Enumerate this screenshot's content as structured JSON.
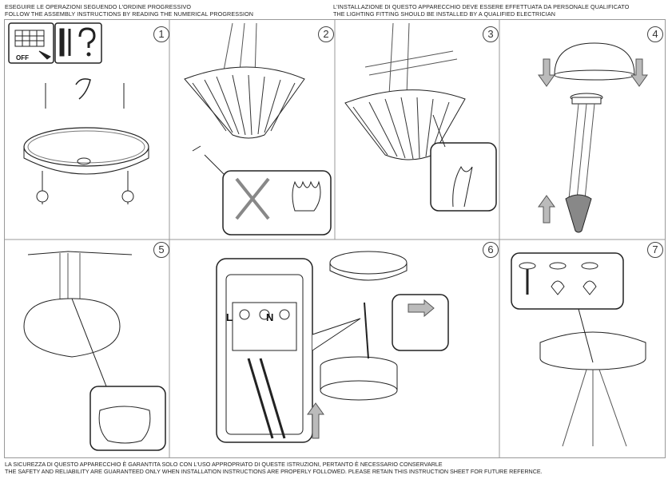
{
  "header": {
    "left_line1": "ESEGUIRE LE OPERAZIONI SEGUENDO L'ORDINE PROGRESSIVO",
    "left_line2": "FOLLOW THE ASSEMBLY INSTRUCTIONS BY READING THE NUMERICAL PROGRESSION",
    "right_line1": "L'INSTALLAZIONE DI QUESTO APPARECCHIO DEVE ESSERE EFFETTUATA DA PERSONALE QUALIFICATO",
    "right_line2": "THE LIGHTING FITTING SHOULD BE INSTALLED BY A QUALIFIED ELECTRICIAN"
  },
  "footer": {
    "line1": "LA SICUREZZA DI QUESTO APPARECCHIO È GARANTITA SOLO CON L'USO APPROPRIATO DI QUESTE ISTRUZIONI, PERTANTO È NECESSARIO CONSERVARLE",
    "line2": "THE SAFETY AND RELIABILITY ARE GUARANTEED ONLY WHEN INSTALLATION INSTRUCTIONS ARE PROPERLY FOLLOWED. PLEASE RETAIN THIS INSTRUCTION SHEET FOR FUTURE REFERNCE."
  },
  "steps": [
    {
      "number": "1",
      "switch_label": "OFF"
    },
    {
      "number": "2"
    },
    {
      "number": "3"
    },
    {
      "number": "4"
    },
    {
      "number": "5"
    },
    {
      "number": "6",
      "terminal_labels": [
        "L",
        "N"
      ]
    },
    {
      "number": "7"
    }
  ]
}
